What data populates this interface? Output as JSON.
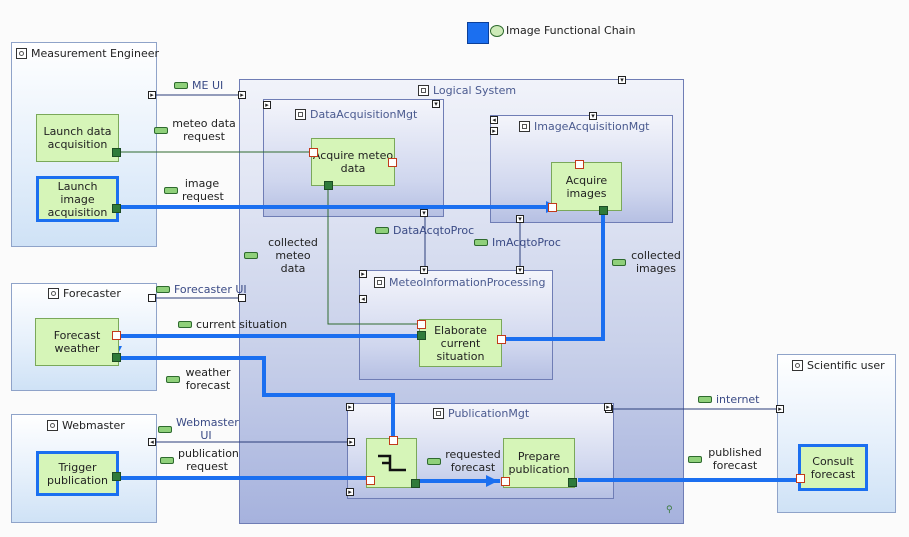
{
  "legend": {
    "label": "Image Functional Chain",
    "color": "#1b6ff0"
  },
  "actors": {
    "measurement_engineer": "Measurement Engineer",
    "forecaster": "Forecaster",
    "webmaster": "Webmaster",
    "scientific_user": "Scientific user"
  },
  "components": {
    "logical_system": "Logical System",
    "data_acquisition": "DataAcquisitionMgt",
    "image_acquisition": "ImageAcquisitionMgt",
    "meteo_processing": "MeteoInformationProcessing",
    "publication": "PublicationMgt"
  },
  "functions": {
    "launch_data": "Launch data acquisition",
    "launch_image": "Launch image acquisition",
    "acquire_meteo": "Acquire meteo data",
    "acquire_images": "Acquire images",
    "elaborate": "Elaborate current situation",
    "forecast_weather": "Forecast weather",
    "trigger_publication": "Trigger publication",
    "prepare_publication": "Prepare publication",
    "consult_forecast": "Consult forecast"
  },
  "exchanges": {
    "meteo_data_request": "meteo data request",
    "image_request": "image request",
    "collected_meteo_data": "collected meteo data",
    "collected_images": "collected images",
    "current_situation": "current situation",
    "weather_forecast": "weather forecast",
    "requested_forecast": "requested forecast",
    "publication_request": "publication request",
    "published_forecast": "published forecast"
  },
  "component_exchanges": {
    "me_ui": "ME UI",
    "forecaster_ui": "Forecaster UI",
    "webmaster_ui": "Webmaster UI",
    "internet": "internet",
    "data_acq_to_proc": "DataAcqtoProc",
    "im_acq_to_proc": "ImAcqtoProc"
  }
}
